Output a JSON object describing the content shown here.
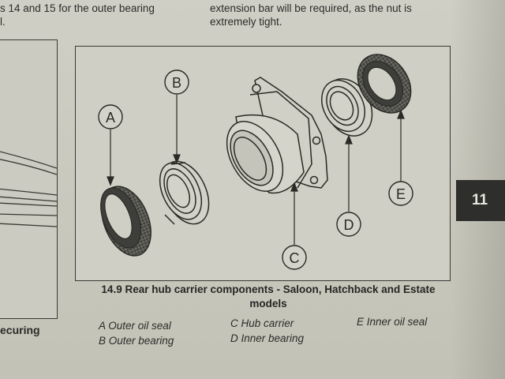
{
  "top_text": {
    "left_line1": "s 14 and 15 for the outer bearing",
    "left_line2": "l.",
    "right_line1": "extension bar will be required, as the nut is",
    "right_line2": "extremely tight."
  },
  "left_column": {
    "caption": "ecuring"
  },
  "figure": {
    "labels": {
      "a": "A",
      "b": "B",
      "c": "C",
      "d": "D",
      "e": "E"
    },
    "caption": "14.9 Rear hub carrier components - Saloon, Hatchback and Estate models"
  },
  "legend": {
    "a": "A  Outer oil seal",
    "b": "B  Outer bearing",
    "c": "C  Hub carrier",
    "d": "D  Inner bearing",
    "e": "E  Inner oil seal"
  },
  "section_tab": "11",
  "colors": {
    "ink": "#2a2a28",
    "paper": "#c9c9bf",
    "tab": "#2e2e2c"
  }
}
